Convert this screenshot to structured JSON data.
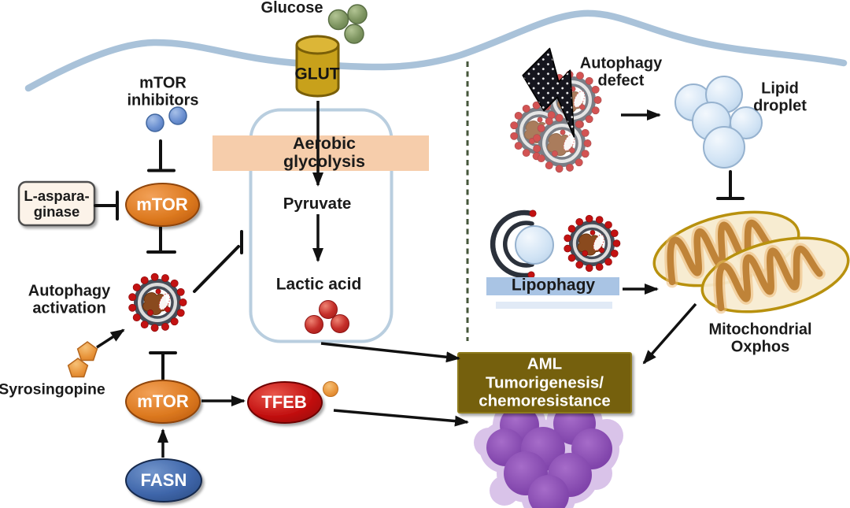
{
  "figure": {
    "title": "AML metabolism / autophagy pathway diagram",
    "labels": {
      "glucose": "Glucose",
      "glut": "GLUT",
      "mtor_inhibitors": "mTOR\ninhibitors",
      "l_asparaginase": "L-aspara-\nginase",
      "mtor": "mTOR",
      "aerobic_glycolysis": "Aerobic\nglycolysis",
      "pyruvate": "Pyruvate",
      "lactic_acid": "Lactic acid",
      "autophagy_activation": "Autophagy\nactivation",
      "syrosingopine": "Syrosingopine",
      "tfeb": "TFEB",
      "fasn": "FASN",
      "autophagy_defect": "Autophagy\ndefect",
      "lipid_droplet": "Lipid\ndroplet",
      "lipophagy": "Lipophagy",
      "mitochondrial_oxphos": "Mitochondrial\nOxphos",
      "aml_outcome": "AML\nTumorigenesis/\nchemoresistance"
    },
    "colors": {
      "membrane": "#a9c2d9",
      "divider_green": "#45563a",
      "glycolysis_border": "#b9cedf",
      "band_peach": "#f6cdab",
      "lipophagy_band": "#a9c4e4",
      "aml_box": "#75610e",
      "mtor_orange": "#dd7a20",
      "tfeb_red": "#c31111",
      "fasn_blue": "#3f66aa",
      "glut_gold": "#c8a11b",
      "glucose_green": "#7d9460",
      "inhibitor_blue": "#6a8fd0",
      "pentagon_orange": "#e8943a",
      "lactic_red": "#c52f2a",
      "lipid_blue": "#cfe2f4",
      "mito_fill": "#f7ecd1",
      "mito_border": "#b8910e",
      "cristae_brown": "#bf8338",
      "cell_purple": "#8347ad",
      "cell_halo": "#cdafe2",
      "autophagosome_ring": "#474d58",
      "red_dot": "#c31212",
      "l_asparaginase_box": "#fcf3e9",
      "arrow_black": "#111111"
    }
  }
}
